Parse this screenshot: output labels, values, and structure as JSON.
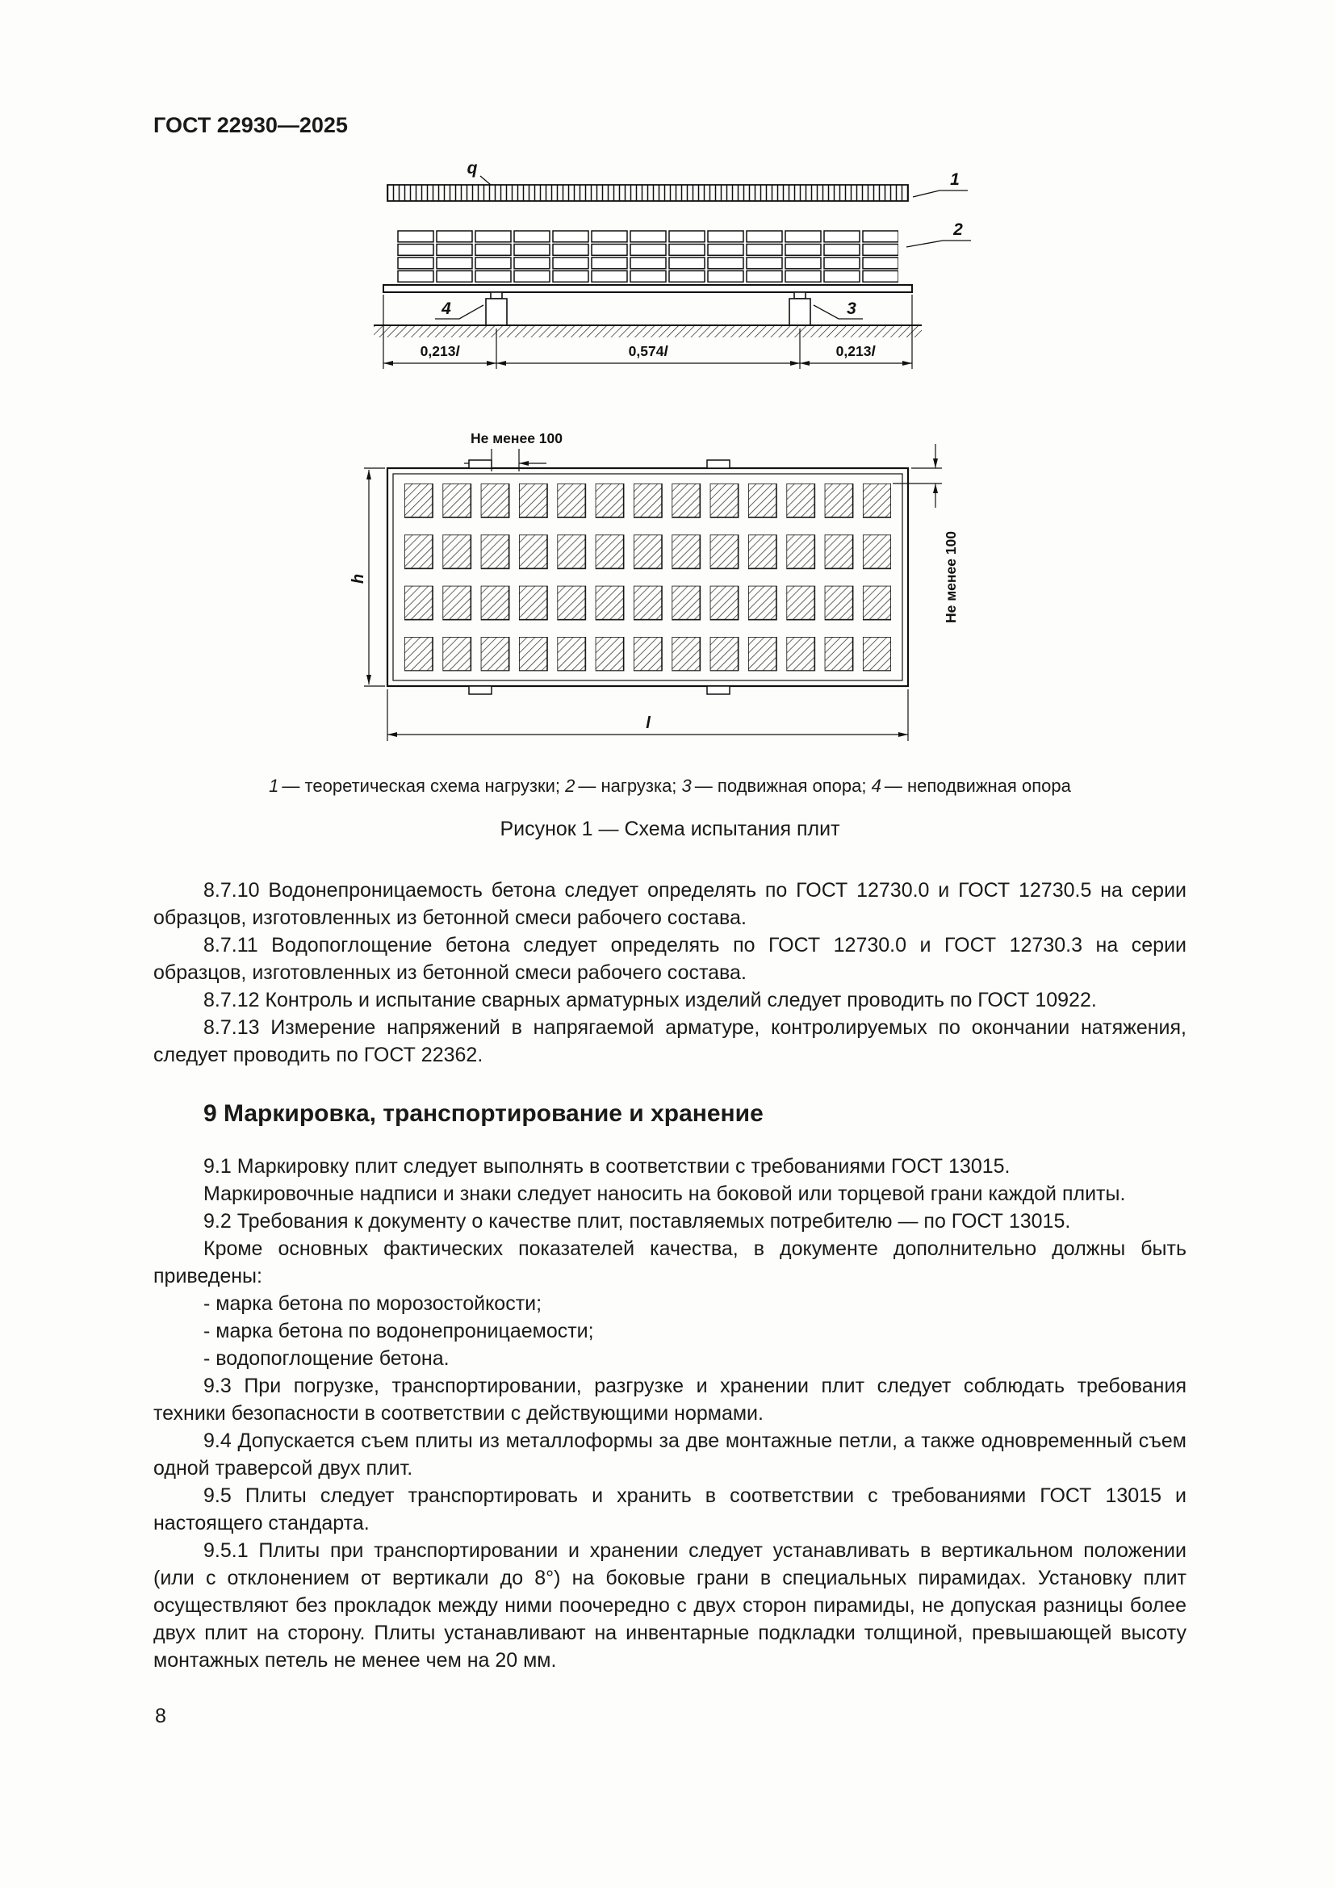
{
  "page": {
    "doc_number": "ГОСТ 22930—2025",
    "page_number": "8"
  },
  "figure": {
    "labels": {
      "q": "q",
      "n1": "1",
      "n2": "2",
      "n3": "3",
      "n4": "4",
      "dim_left": "0,213",
      "dim_mid": "0,574",
      "dim_right": "0,213",
      "l": "l",
      "h": "h",
      "min_top": "Не менее 100",
      "min_right": "Не менее 100"
    },
    "legend": [
      {
        "num": "1",
        "text": "— теоретическая схема нагрузки;"
      },
      {
        "num": "2",
        "text": "— нагрузка;"
      },
      {
        "num": "3",
        "text": "— подвижная опора;"
      },
      {
        "num": "4",
        "text": "— неподвижная опора"
      }
    ],
    "title": "Рисунок 1 — Схема испытания плит"
  },
  "section8": {
    "paragraphs": [
      "8.7.10 Водонепроницаемость бетона следует определять по ГОСТ 12730.0 и ГОСТ 12730.5 на серии образцов, изготовленных из бетонной смеси рабочего состава.",
      "8.7.11 Водопоглощение бетона следует определять по ГОСТ 12730.0 и ГОСТ 12730.3 на серии образцов, изготовленных из бетонной смеси рабочего состава.",
      "8.7.12 Контроль и испытание сварных арматурных изделий следует проводить по ГОСТ 10922.",
      "8.7.13 Измерение напряжений в напрягаемой арматуре, контролируемых по окончании натяжения, следует проводить по ГОСТ 22362."
    ]
  },
  "section9": {
    "heading": "9 Маркировка, транспортирование и хранение",
    "paragraphs": [
      "9.1 Маркировку плит следует выполнять в соответствии с требованиями ГОСТ 13015.",
      "Маркировочные надписи и знаки следует наносить на боковой или торцевой грани каждой плиты.",
      "9.2 Требования к документу о качестве плит, поставляемых потребителю — по ГОСТ 13015.",
      "Кроме основных фактических показателей качества, в документе дополнительно должны быть приведены:",
      "- марка бетона по морозостойкости;",
      "- марка бетона по водонепроницаемости;",
      "- водопоглощение бетона.",
      "9.3 При погрузке, транспортировании, разгрузке и хранении плит следует соблюдать требования техники безопасности в соответствии с действующими нормами.",
      "9.4 Допускается съем плиты из металлоформы за две монтажные петли, а также одновременный съем одной траверсой двух плит.",
      "9.5 Плиты следует транспортировать и хранить в соответствии с требованиями ГОСТ 13015 и настоящего стандарта.",
      "9.5.1 Плиты при транспортировании и хранении следует устанавливать в вертикальном положении (или с отклонением от вертикали до 8°) на боковые грани в специальных пирамидах. Установку плит осуществляют без прокладок между ними поочередно с двух сторон пирамиды, не допуская разницы более двух плит на сторону. Плиты устанавливают на инвентарные подкладки толщиной, превышающей высоту монтажных петель не менее чем на 20 мм."
    ]
  }
}
